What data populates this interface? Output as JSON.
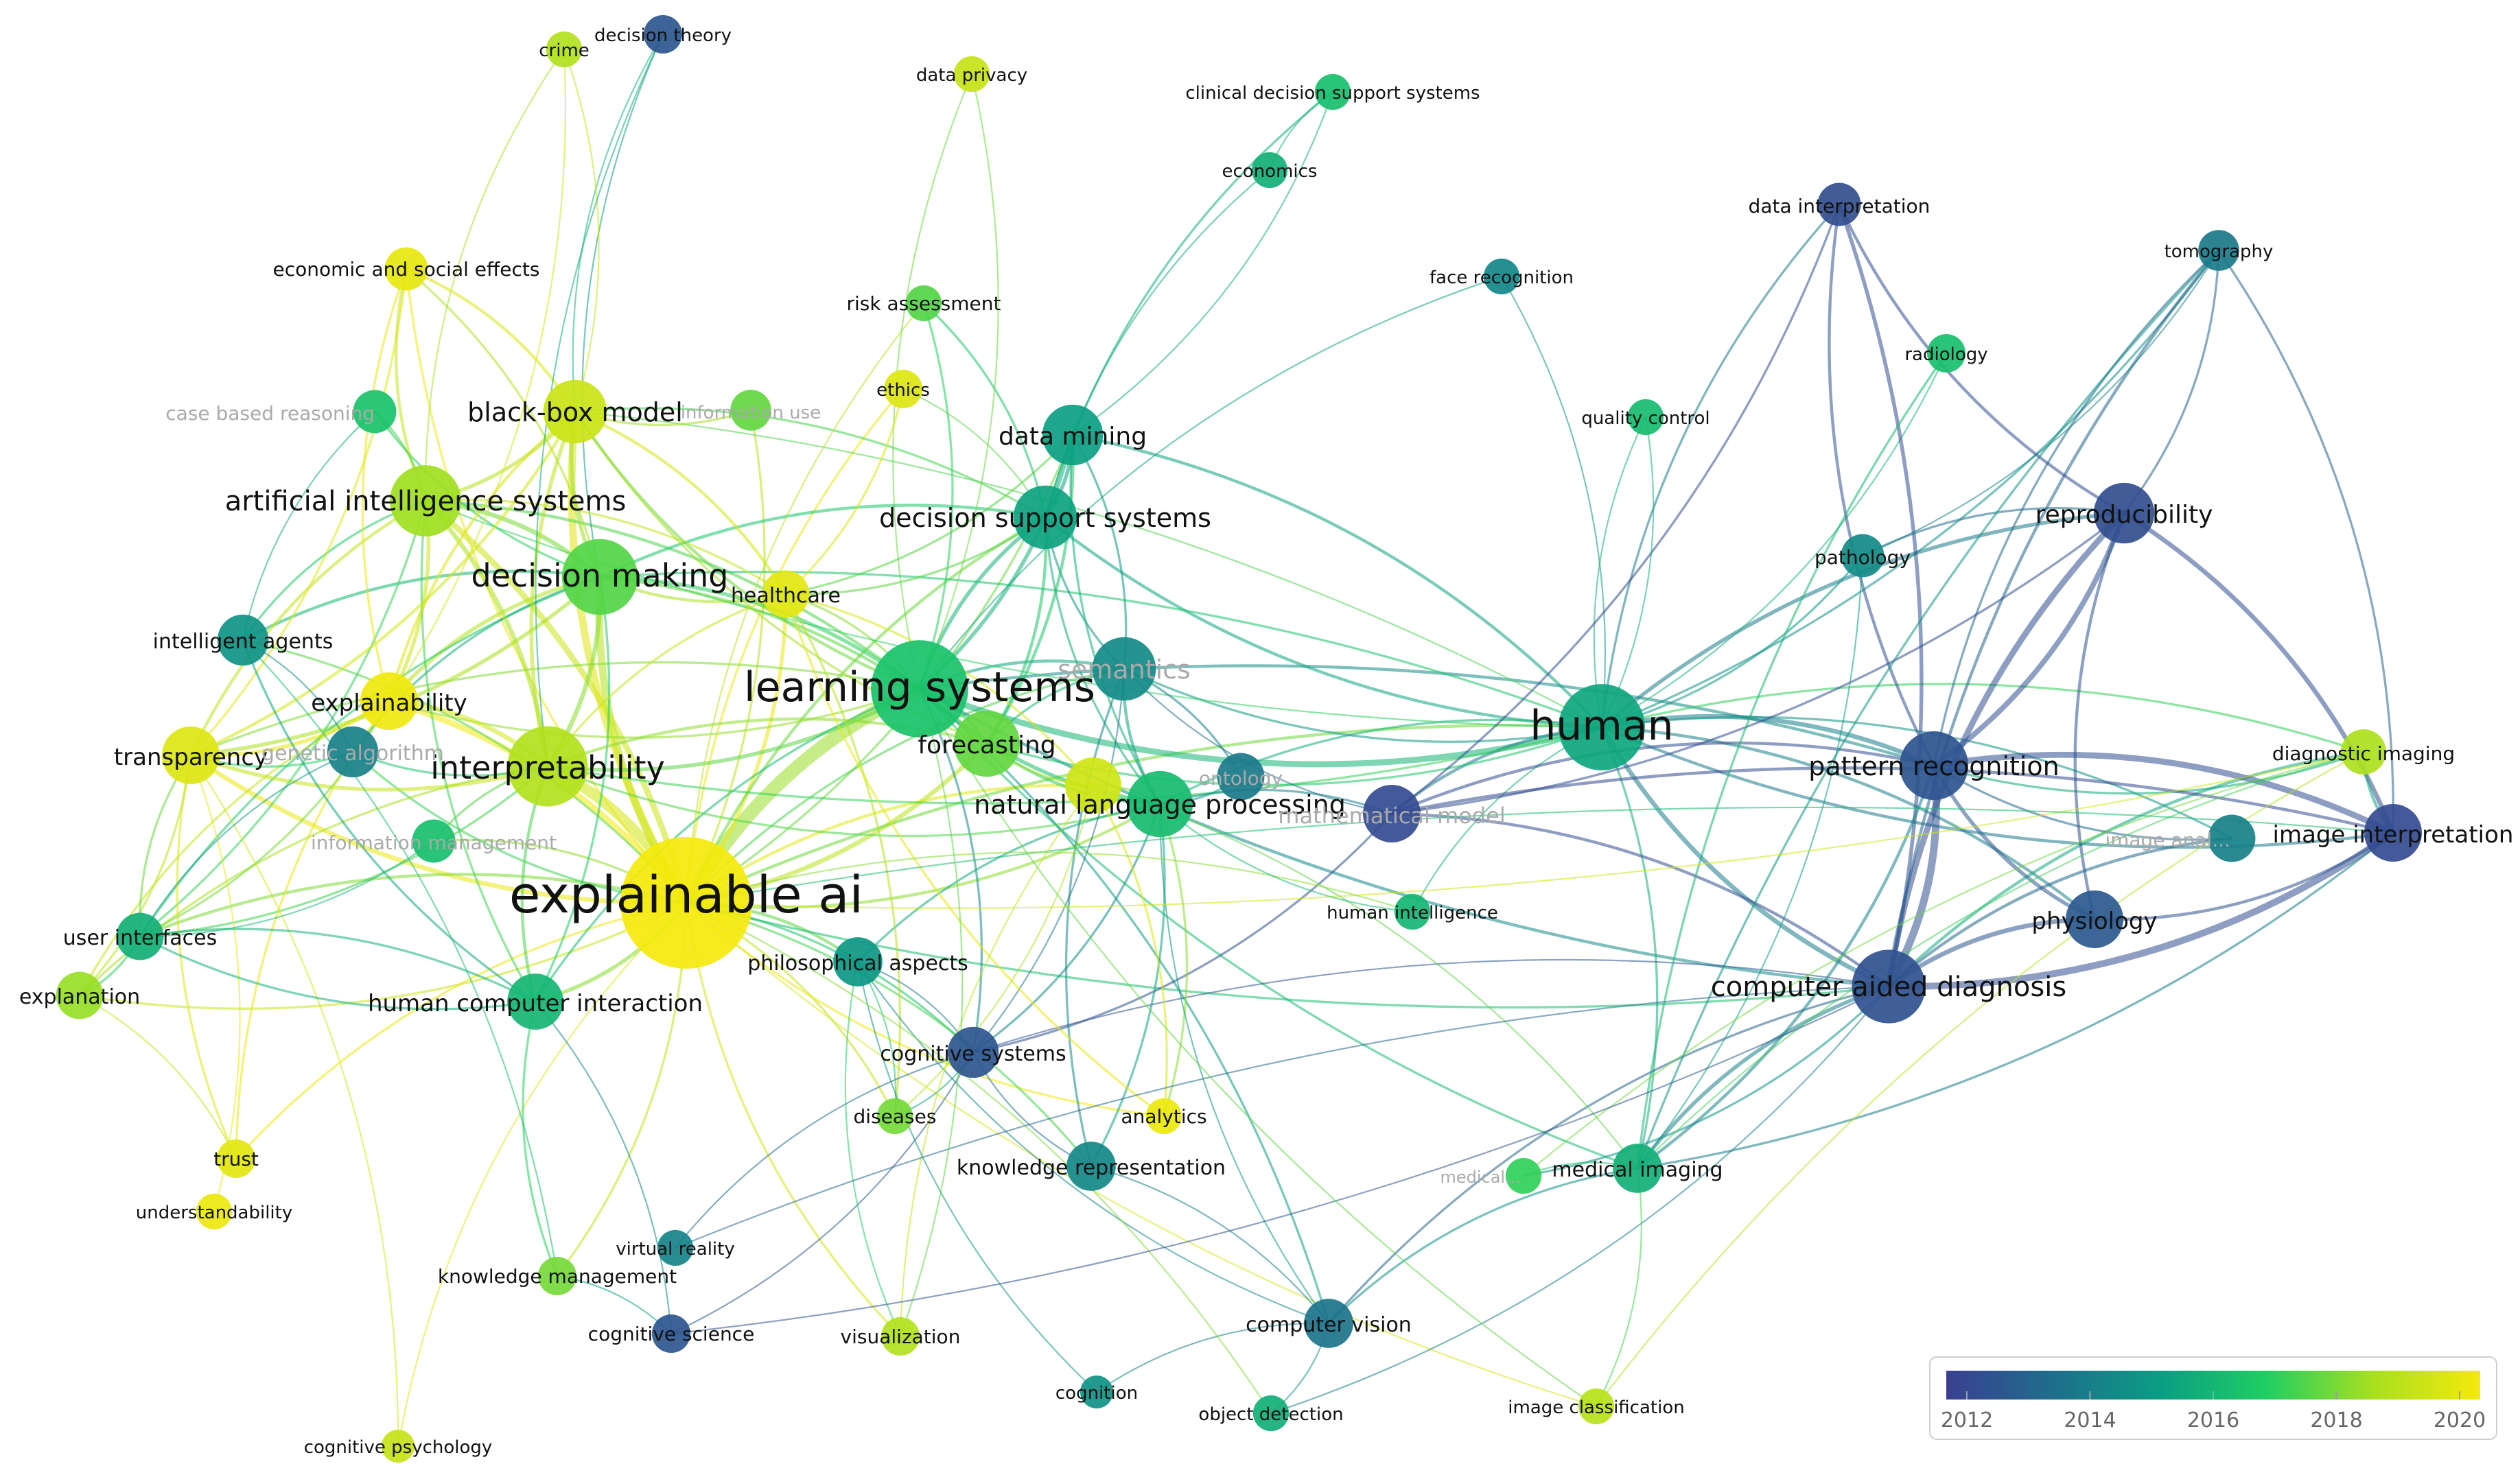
{
  "nodes": [
    {
      "id": "explainable_ai",
      "label": "explainable ai",
      "year": 2020.0,
      "weight": 100
    },
    {
      "id": "learning_systems",
      "label": "learning systems",
      "year": 2016.4,
      "weight": 52
    },
    {
      "id": "human",
      "label": "human",
      "year": 2015.5,
      "weight": 40
    },
    {
      "id": "interpretability",
      "label": "interpretability",
      "year": 2018.6,
      "weight": 34
    },
    {
      "id": "decision_making",
      "label": "decision making",
      "year": 2017.4,
      "weight": 30
    },
    {
      "id": "computer_aided_diagnosis",
      "label": "computer aided diagnosis",
      "year": 2012.6,
      "weight": 28
    },
    {
      "id": "artificial_intelligence_systems",
      "label": "artificial intelligence systems",
      "year": 2018.3,
      "weight": 26
    },
    {
      "id": "pattern_recognition",
      "label": "pattern recognition",
      "year": 2012.7,
      "weight": 24
    },
    {
      "id": "forecasting",
      "label": "forecasting",
      "year": 2017.6,
      "weight": 22
    },
    {
      "id": "black_box_model",
      "label": "black-box model",
      "year": 2019.1,
      "weight": 20
    },
    {
      "id": "decision_support_systems",
      "label": "decision support systems",
      "year": 2015.4,
      "weight": 20
    },
    {
      "id": "data_mining",
      "label": "data mining",
      "year": 2015.3,
      "weight": 18
    },
    {
      "id": "natural_language_processing",
      "label": "natural language processing",
      "year": 2016.2,
      "weight": 22
    },
    {
      "id": "semantics",
      "label": "semantics",
      "year": 2014.6,
      "weight": 20,
      "faded": true
    },
    {
      "id": "reproducibility",
      "label": "reproducibility",
      "year": 2012.5,
      "weight": 18
    },
    {
      "id": "image_interpretation",
      "label": "image interpretation",
      "year": 2012.4,
      "weight": 16
    },
    {
      "id": "physiology",
      "label": "physiology",
      "year": 2012.9,
      "weight": 16
    },
    {
      "id": "mathematical_model",
      "label": "mathematical model",
      "year": 2012.4,
      "weight": 16,
      "faded": true
    },
    {
      "id": "explainability",
      "label": "explainability",
      "year": 2019.9,
      "weight": 16
    },
    {
      "id": "transparency",
      "label": "transparency",
      "year": 2019.5,
      "weight": 16
    },
    {
      "id": "human_computer_interaction",
      "label": "human computer interaction",
      "year": 2016.0,
      "weight": 15
    },
    {
      "id": "intelligent_agents",
      "label": "intelligent agents",
      "year": 2014.9,
      "weight": 12
    },
    {
      "id": "genetic_algorithm",
      "label": "genetic algorithm",
      "year": 2014.2,
      "weight": 12,
      "faded": true
    },
    {
      "id": "cognitive_systems",
      "label": "cognitive systems",
      "year": 2012.8,
      "weight": 12
    },
    {
      "id": "philosophical_aspects",
      "label": "philosophical aspects",
      "year": 2015.0,
      "weight": 11
    },
    {
      "id": "medical_imaging",
      "label": "medical imaging",
      "year": 2015.8,
      "weight": 11
    },
    {
      "id": "computer_vision",
      "label": "computer vision",
      "year": 2013.8,
      "weight": 11
    },
    {
      "id": "knowledge_representation",
      "label": "knowledge representation",
      "year": 2014.5,
      "weight": 11
    },
    {
      "id": "user_interfaces",
      "label": "user interfaces",
      "year": 2015.8,
      "weight": 10
    },
    {
      "id": "explanation",
      "label": "explanation",
      "year": 2018.2,
      "weight": 10
    },
    {
      "id": "healthcare",
      "label": "healthcare",
      "year": 2019.6,
      "weight": 10
    },
    {
      "id": "ontology",
      "label": "ontology",
      "year": 2014.0,
      "weight": 10,
      "faded": true
    },
    {
      "id": "image_analysis",
      "label": "image anal...",
      "year": 2014.2,
      "weight": 10,
      "faded": true
    },
    {
      "id": "diagnostic_imaging",
      "label": "diagnostic imaging",
      "year": 2018.5,
      "weight": 9
    },
    {
      "id": "unlabeled_node",
      "label": "",
      "year": 2019.2,
      "weight": 15
    },
    {
      "id": "case_based_reasoning",
      "label": "case based reasoning",
      "year": 2016.4,
      "weight": 8,
      "faded": true
    },
    {
      "id": "information_use",
      "label": "information use",
      "year": 2017.6,
      "weight": 7,
      "faded": true
    },
    {
      "id": "information_management",
      "label": "information management",
      "year": 2016.3,
      "weight": 8,
      "faded": true
    },
    {
      "id": "pathology",
      "label": "pathology",
      "year": 2014.6,
      "weight": 8
    },
    {
      "id": "data_interpretation",
      "label": "data interpretation",
      "year": 2012.5,
      "weight": 8
    },
    {
      "id": "tomography",
      "label": "tomography",
      "year": 2014.0,
      "weight": 7
    },
    {
      "id": "radiology",
      "label": "radiology",
      "year": 2016.3,
      "weight": 6
    },
    {
      "id": "quality_control",
      "label": "quality control",
      "year": 2016.2,
      "weight": 5
    },
    {
      "id": "face_recognition",
      "label": "face recognition",
      "year": 2014.4,
      "weight": 5
    },
    {
      "id": "economics",
      "label": "economics",
      "year": 2015.8,
      "weight": 5
    },
    {
      "id": "clinical_decision_support_systems",
      "label": "clinical decision support systems",
      "year": 2016.3,
      "weight": 5
    },
    {
      "id": "data_privacy",
      "label": "data privacy",
      "year": 2019.0,
      "weight": 5
    },
    {
      "id": "risk_assessment",
      "label": "risk assessment",
      "year": 2017.4,
      "weight": 5
    },
    {
      "id": "ethics",
      "label": "ethics",
      "year": 2019.5,
      "weight": 6
    },
    {
      "id": "economic_and_social_effects",
      "label": "economic and social effects",
      "year": 2019.7,
      "weight": 8
    },
    {
      "id": "crime",
      "label": "crime",
      "year": 2018.6,
      "weight": 5
    },
    {
      "id": "decision_theory",
      "label": "decision theory",
      "year": 2012.8,
      "weight": 6
    },
    {
      "id": "human_intelligence",
      "label": "human intelligence",
      "year": 2016.0,
      "weight": 5
    },
    {
      "id": "medical",
      "label": "medical...",
      "year": 2017.0,
      "weight": 5,
      "faded": true
    },
    {
      "id": "trust",
      "label": "trust",
      "year": 2019.6,
      "weight": 6
    },
    {
      "id": "understandability",
      "label": "understandability",
      "year": 2019.8,
      "weight": 5
    },
    {
      "id": "diseases",
      "label": "diseases",
      "year": 2017.8,
      "weight": 5
    },
    {
      "id": "analytics",
      "label": "analytics",
      "year": 2019.8,
      "weight": 5
    },
    {
      "id": "virtual_reality",
      "label": "virtual reality",
      "year": 2014.3,
      "weight": 5
    },
    {
      "id": "knowledge_management",
      "label": "knowledge management",
      "year": 2017.8,
      "weight": 6
    },
    {
      "id": "cognitive_science",
      "label": "cognitive science",
      "year": 2012.8,
      "weight": 6
    },
    {
      "id": "visualization",
      "label": "visualization",
      "year": 2018.6,
      "weight": 6
    },
    {
      "id": "cognition",
      "label": "cognition",
      "year": 2014.8,
      "weight": 4
    },
    {
      "id": "object_detection",
      "label": "object detection",
      "year": 2015.8,
      "weight": 5
    },
    {
      "id": "image_classification",
      "label": "image classification",
      "year": 2018.7,
      "weight": 5
    },
    {
      "id": "cognitive_psychology",
      "label": "cognitive psychology",
      "year": 2019.0,
      "weight": 4
    }
  ],
  "legend": {
    "ticks": [
      2012,
      2014,
      2016,
      2018,
      2020
    ],
    "gradient": [
      "#3a3f91",
      "#1f6e8c",
      "#0a9d84",
      "#1fce62",
      "#a8e01e",
      "#f5e90c"
    ]
  }
}
